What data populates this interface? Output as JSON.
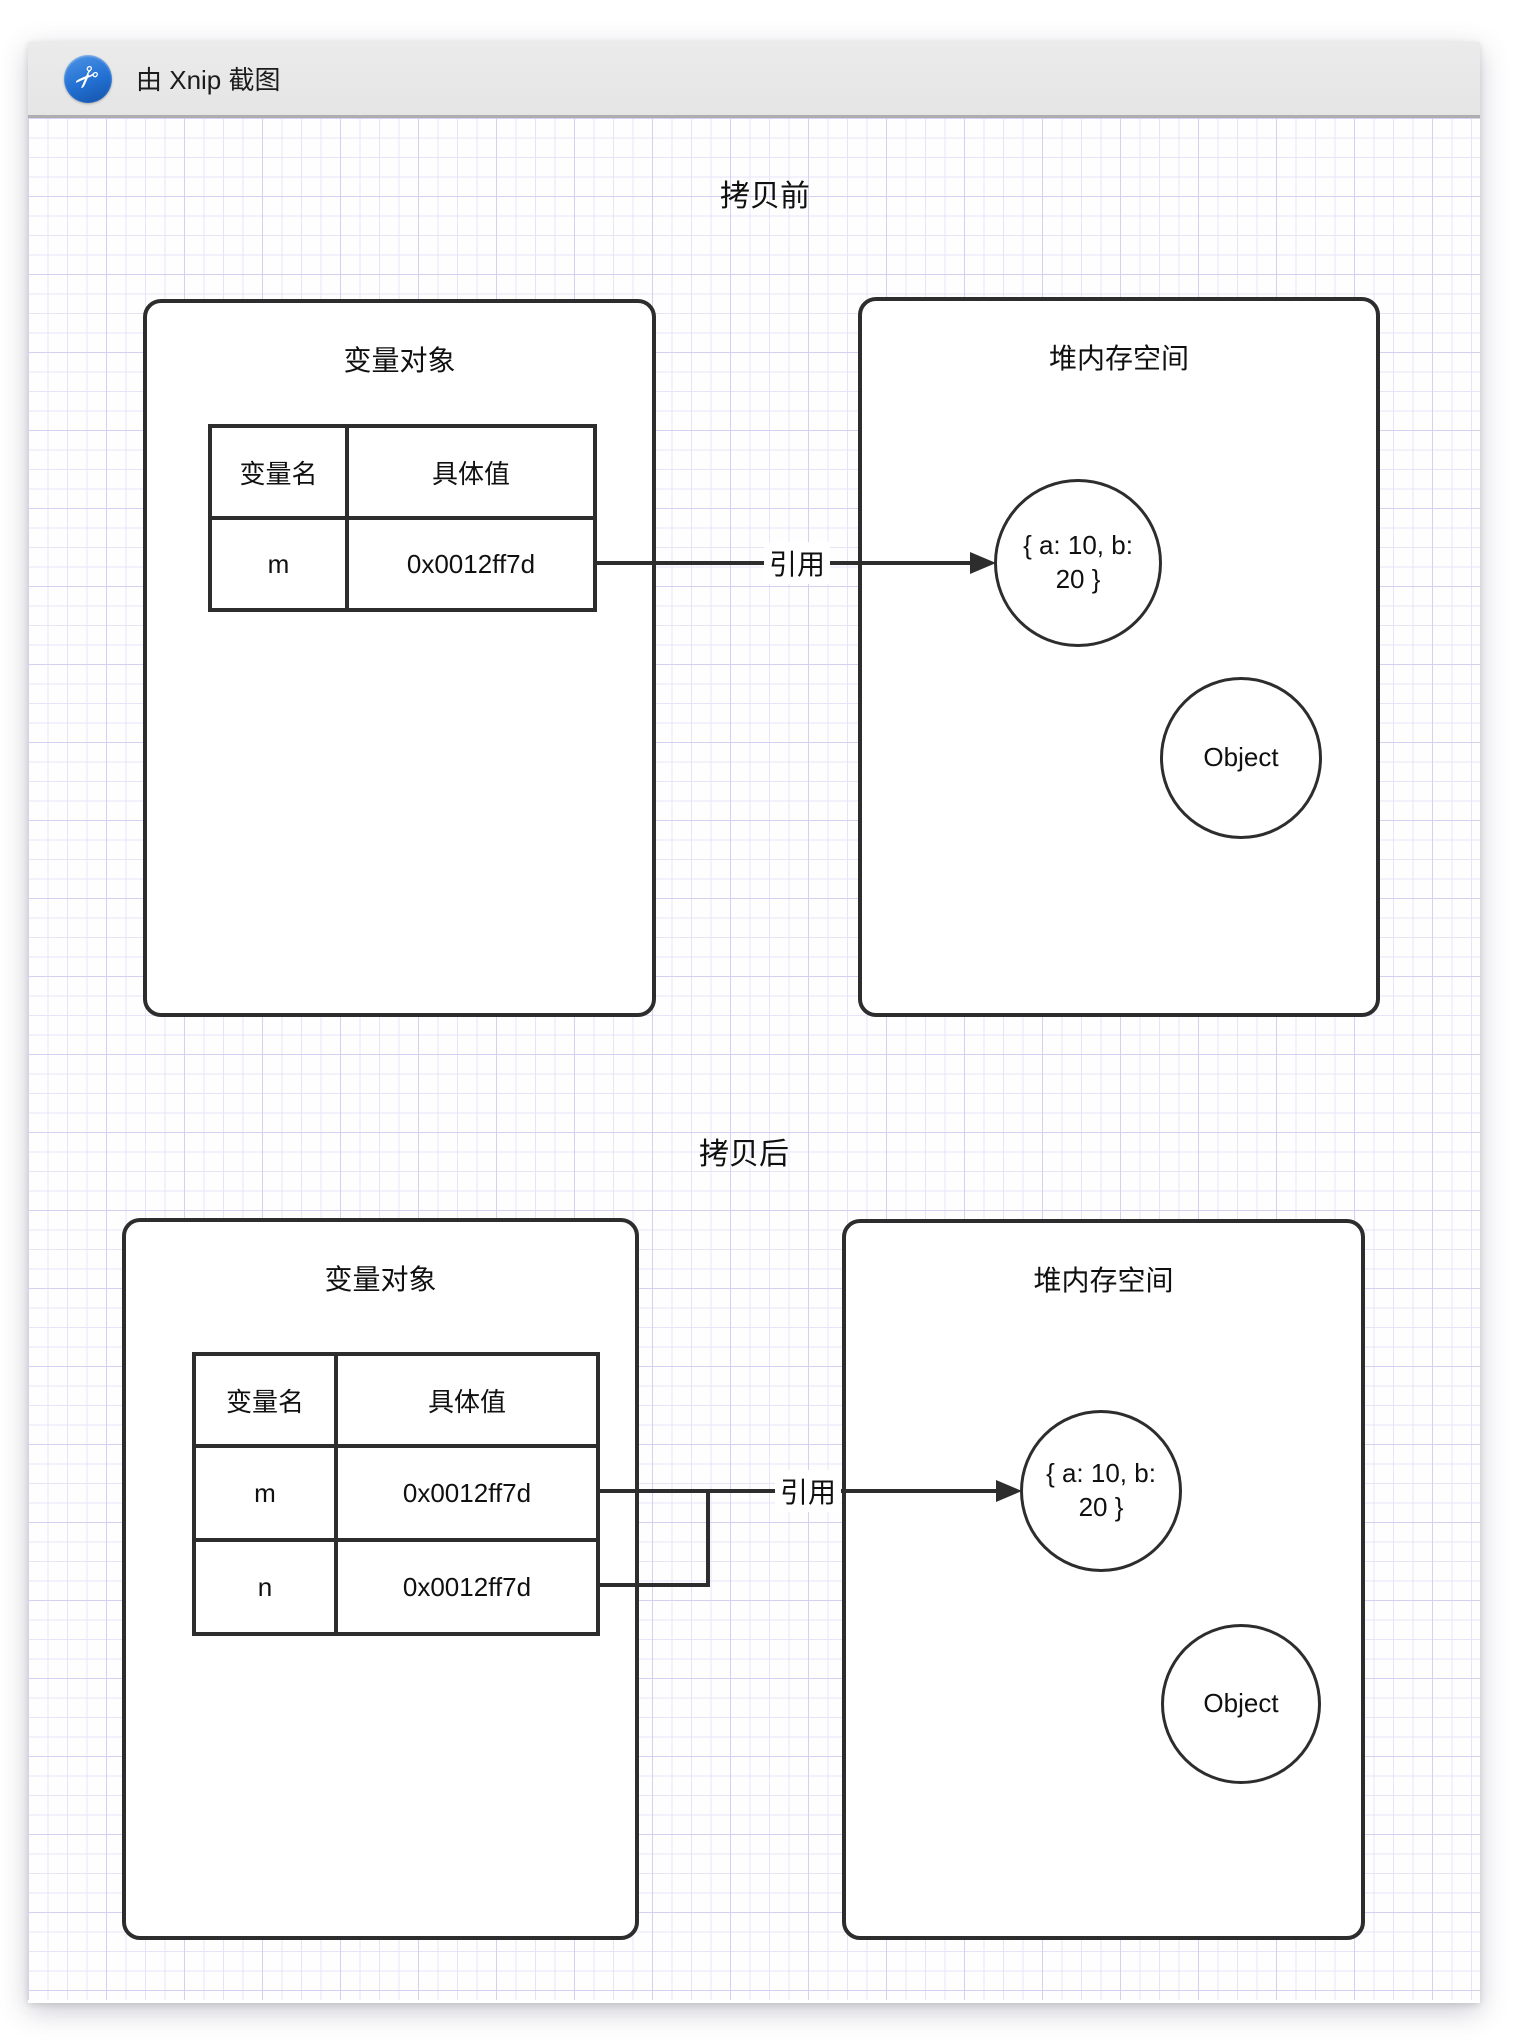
{
  "titlebar": {
    "app_label": "由 Xnip 截图",
    "icon_glyph": "✂"
  },
  "colors": {
    "titlebar_bg": "#e8e8e8",
    "icon_blue": "#2270d3",
    "diagram_stroke": "#2d2d2d",
    "grid_minor": "#e7e4f7",
    "grid_major": "#d5d0ef"
  },
  "sections": [
    {
      "title": "拷贝前",
      "arrow_label": "引用",
      "variable_box": {
        "title": "变量对象",
        "table": {
          "headers": [
            "变量名",
            "具体值"
          ],
          "rows": [
            [
              "m",
              "0x0012ff7d"
            ]
          ]
        }
      },
      "heap_box": {
        "title": "堆内存空间",
        "objects": [
          {
            "label": "{ a: 10, b: 20 }"
          },
          {
            "label": "Object"
          }
        ]
      }
    },
    {
      "title": "拷贝后",
      "arrow_label": "引用",
      "variable_box": {
        "title": "变量对象",
        "table": {
          "headers": [
            "变量名",
            "具体值"
          ],
          "rows": [
            [
              "m",
              "0x0012ff7d"
            ],
            [
              "n",
              "0x0012ff7d"
            ]
          ]
        }
      },
      "heap_box": {
        "title": "堆内存空间",
        "objects": [
          {
            "label": "{ a: 10, b: 20 }"
          },
          {
            "label": "Object"
          }
        ]
      }
    }
  ]
}
